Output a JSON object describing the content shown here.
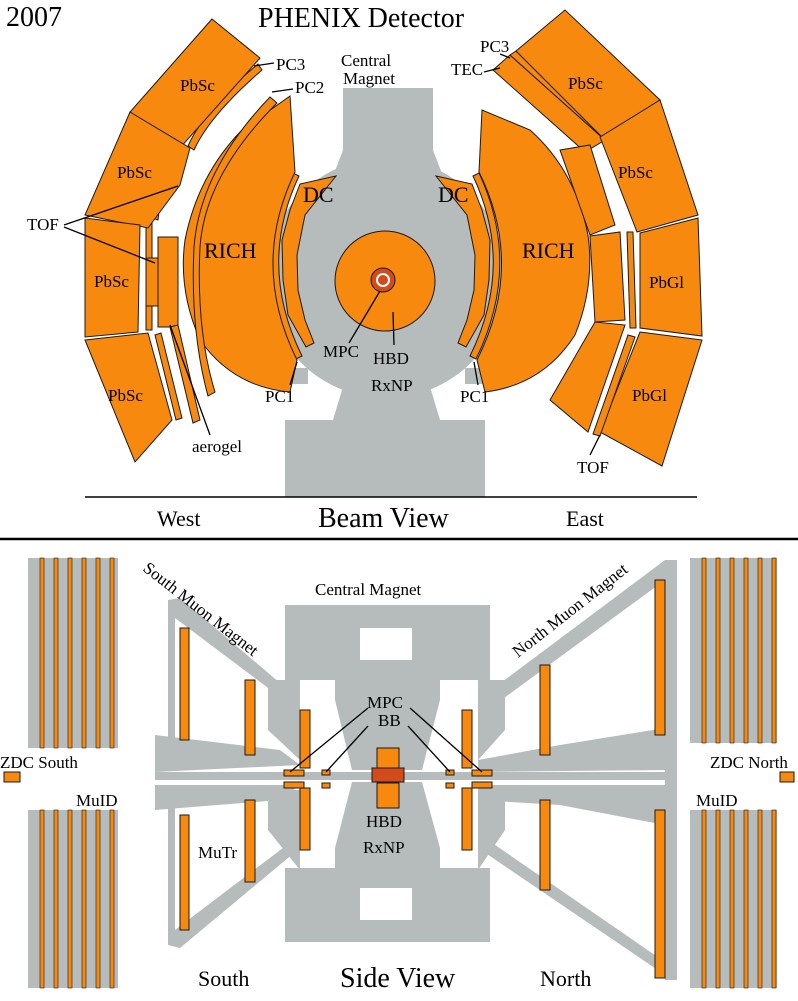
{
  "header": {
    "year": "2007",
    "title": "PHENIX Detector"
  },
  "beam_view": {
    "view_title": "Beam View",
    "side_left": "West",
    "side_right": "East",
    "labels": {
      "central_magnet_line1": "Central",
      "central_magnet_line2": "Magnet",
      "pc3_west": "PC3",
      "pc2_west": "PC2",
      "pc3_east": "PC3",
      "tec": "TEC",
      "pbsc_w1": "PbSc",
      "pbsc_w2": "PbSc",
      "pbsc_w3": "PbSc",
      "pbsc_w4": "PbSc",
      "pbsc_e1": "PbSc",
      "pbsc_e2": "PbSc",
      "pbgl_e1": "PbGl",
      "pbgl_e2": "PbGl",
      "tof_west": "TOF",
      "tof_east": "TOF",
      "rich_west": "RICH",
      "rich_east": "RICH",
      "dc_west": "DC",
      "dc_east": "DC",
      "pc1_west": "PC1",
      "pc1_east": "PC1",
      "aerogel": "aerogel",
      "mpc": "MPC",
      "hbd": "HBD",
      "rxnp": "RxNP"
    }
  },
  "side_view": {
    "view_title": "Side View",
    "side_left": "South",
    "side_right": "North",
    "labels": {
      "central_magnet": "Central Magnet",
      "south_muon_magnet": "South Muon Magnet",
      "north_muon_magnet": "North Muon Magnet",
      "zdc_south": "ZDC South",
      "zdc_north": "ZDC North",
      "muid_south": "MuID",
      "muid_north": "MuID",
      "mutr": "MuTr",
      "mpc": "MPC",
      "bb": "BB",
      "hbd": "HBD",
      "rxnp": "RxNP"
    }
  },
  "colors": {
    "detector_orange": "#F7890F",
    "magnet_gray": "#B6BCBC",
    "outline": "#1a1a1a",
    "mpc_core": "#D24B1A"
  }
}
